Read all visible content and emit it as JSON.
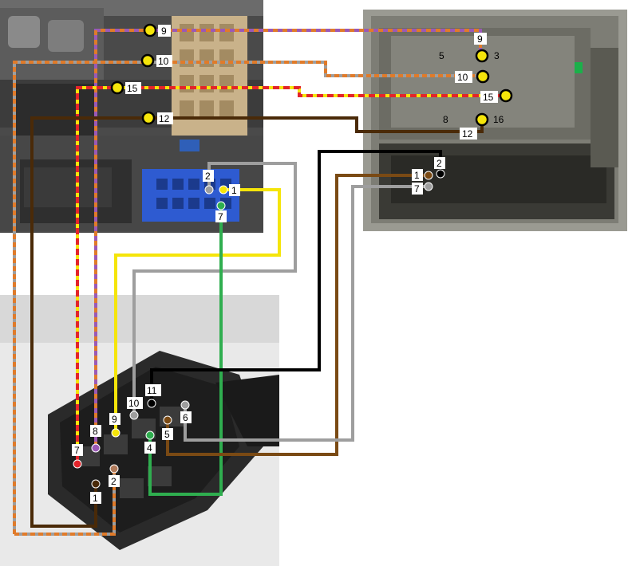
{
  "photos": {
    "head_unit_connector": "car stereo rear panel with quadlock and 12-pin blue connector",
    "harness_connector": "grey quadlock socket",
    "target_plug": "black multi-pin plug"
  },
  "wire_colors": {
    "orange_dashed": "#e07b2a",
    "purple": "#9b59b6",
    "red": "#e3242b",
    "yellow": "#f5e50a",
    "brown": "#7a4a14",
    "dark_brown": "#4a2a08",
    "grey": "#9e9e9e",
    "black": "#000000",
    "green": "#2fae4f"
  },
  "pins": {
    "top_left": [
      "9",
      "10",
      "15",
      "12"
    ],
    "top_right": [
      "9",
      "10",
      "15",
      "12"
    ],
    "blue_connector": [
      "2",
      "1",
      "7"
    ],
    "right_lower": [
      "2",
      "1",
      "7"
    ],
    "plug": [
      "11",
      "10",
      "9",
      "8",
      "7",
      "6",
      "5",
      "4",
      "2",
      "1"
    ]
  },
  "right_connector_cavity_numbers": [
    "5",
    "3",
    "8",
    "16"
  ]
}
